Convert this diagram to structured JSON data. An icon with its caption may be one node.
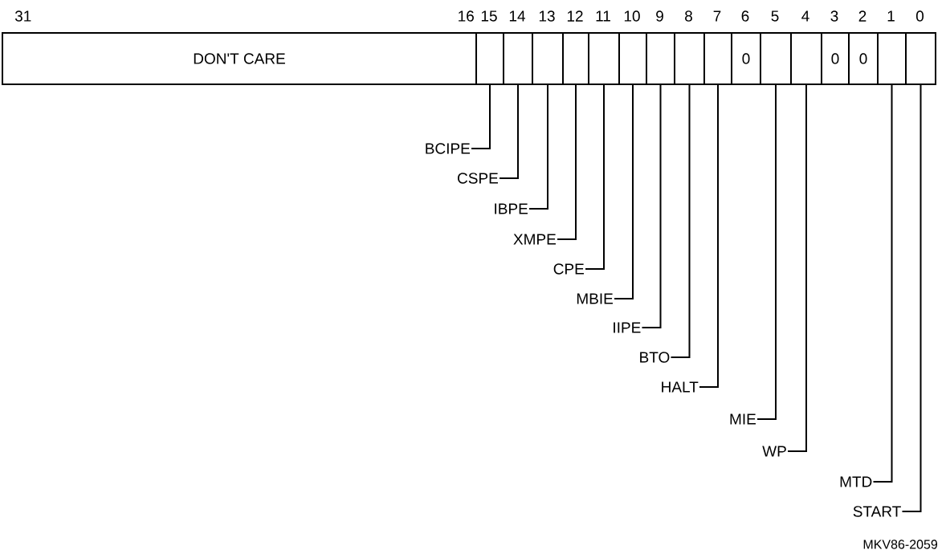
{
  "diagram": {
    "nodes": [
      {
        "text": [
          "DON'T CARE"
        ]
      },
      {
        "text": [],
        "shape": "box"
      },
      {
        "text": [],
        "shape": "box"
      },
      {
        "text": [],
        "shape": "box"
      },
      {
        "text": [],
        "shape": "box"
      },
      {
        "text": [],
        "shape": "box"
      },
      {
        "text": [],
        "shape": "box"
      },
      {
        "text": [],
        "shape": "box"
      },
      {
        "text": [],
        "shape": "box"
      },
      {
        "text": [],
        "shape": "box"
      },
      {
        "text": [
          "0"
        ]
      },
      {
        "text": [],
        "shape": "box"
      },
      {
        "text": [],
        "shape": "box"
      },
      {
        "text": [
          "0"
        ]
      },
      {
        "text": [
          "0"
        ]
      },
      {
        "text": [],
        "shape": "box"
      },
      {
        "text": [],
        "shape": "box"
      },
      {
        "text": [
          "BCIPE"
        ]
      },
      {
        "text": [
          "CSPE"
        ]
      },
      {
        "text": [
          "IBPE"
        ]
      },
      {
        "text": [
          "XMPE"
        ]
      },
      {
        "text": [
          "CPE"
        ]
      },
      {
        "text": [
          "MBIE"
        ]
      },
      {
        "text": [
          "IIPE"
        ]
      },
      {
        "text": [
          "BTO"
        ]
      },
      {
        "text": [
          "HALT"
        ]
      },
      {
        "text": [
          "MIE"
        ]
      },
      {
        "text": [
          "WP"
        ]
      },
      {
        "text": [
          "MTD"
        ]
      },
      {
        "text": [
          "START"
        ]
      }
    ],
    "edges": [
      {
        "from": 17,
        "to": 1,
        "arrow": "none"
      },
      {
        "from": 18,
        "to": 2,
        "arrow": "none"
      },
      {
        "from": 19,
        "to": 3,
        "arrow": "none"
      },
      {
        "from": 20,
        "to": 4,
        "arrow": "none"
      },
      {
        "from": 21,
        "to": 5,
        "arrow": "none"
      },
      {
        "from": 22,
        "to": 6,
        "arrow": "none"
      },
      {
        "from": 23,
        "to": 7,
        "arrow": "none"
      },
      {
        "from": 24,
        "to": 8,
        "arrow": "none"
      },
      {
        "from": 25,
        "to": 9,
        "arrow": "none"
      },
      {
        "from": 26,
        "to": 11,
        "arrow": "none"
      },
      {
        "from": 27,
        "to": 12,
        "arrow": "none"
      },
      {
        "from": 28,
        "to": 15,
        "arrow": "none"
      },
      {
        "from": 29,
        "to": 16,
        "arrow": "none"
      }
    ],
    "labels": [
      "31",
      "16",
      "15",
      "14",
      "13",
      "12",
      "11",
      "10",
      "9",
      "8",
      "7",
      "6",
      "5",
      "4",
      "3",
      "2",
      "1",
      "0",
      "MKV86-2059"
    ]
  }
}
